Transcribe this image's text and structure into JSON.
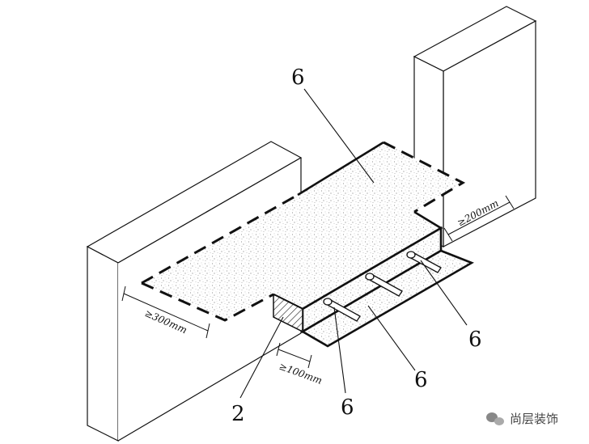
{
  "callouts": {
    "top": "6",
    "right_upper": "6",
    "right_lower": "6",
    "bottom": "6",
    "left": "2"
  },
  "dimensions": {
    "rear": "≥200mm",
    "left": "≥300mm",
    "front": "≥100mm"
  },
  "watermark": {
    "text": "尚层装饰",
    "icon": "wechat-icon"
  },
  "colors": {
    "line": "#111111",
    "wall_fill": "#ffffff",
    "concrete_fill": "#f3f3f3"
  }
}
